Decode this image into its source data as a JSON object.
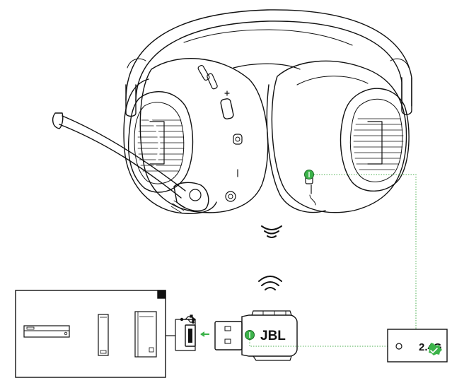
{
  "dongle": {
    "brand": "JBL"
  },
  "status_box": {
    "band_label": "2.4G"
  },
  "icons": {
    "headset": "headset-illustration",
    "wireless_top": "wireless-waves-icon",
    "wireless_bottom": "wireless-waves-icon",
    "usb": "usb-symbol-icon",
    "arrow": "insert-arrow-icon",
    "check": "check-badge-icon"
  },
  "colors": {
    "line": "#111111",
    "accent_green": "#3cb34a",
    "dotted_link": "#4caf50"
  }
}
